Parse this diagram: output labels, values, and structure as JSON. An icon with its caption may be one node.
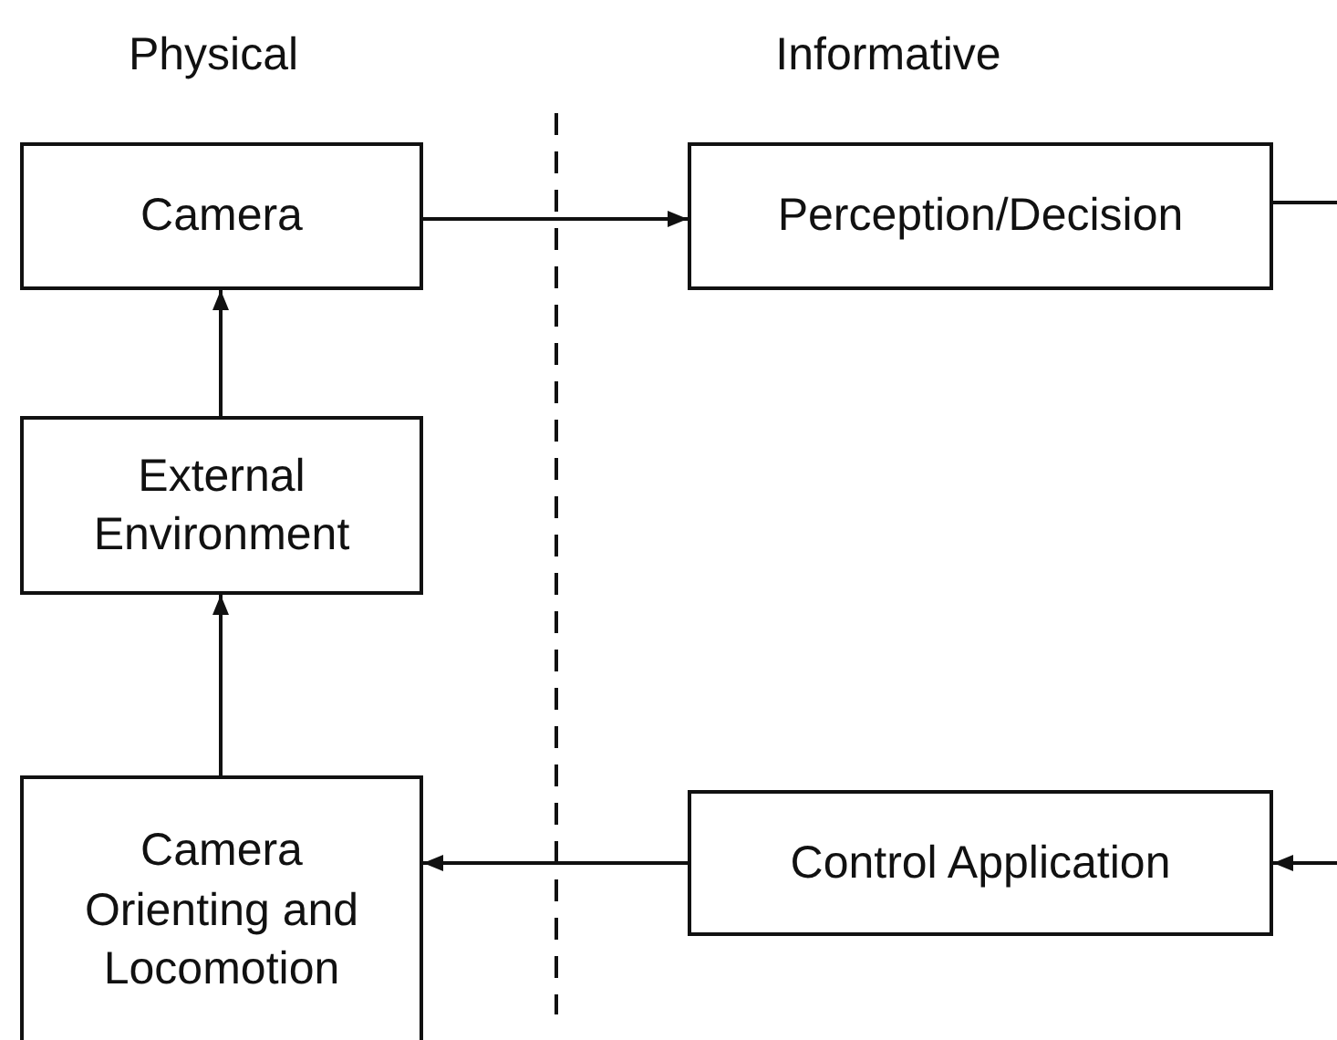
{
  "diagram": {
    "nodes": [
      {
        "text": [
          "Camera"
        ]
      },
      {
        "text": [
          "Perception/Decision"
        ]
      },
      {
        "text": [
          "External Environment"
        ]
      },
      {
        "text": [
          "Camera Orienting and Locomotion"
        ]
      },
      {
        "text": [
          "Control Application"
        ]
      }
    ],
    "edges": [
      {
        "from": 0,
        "to": 1,
        "arrow": "to"
      },
      {
        "from": 1,
        "to": null,
        "arrow": "none"
      },
      {
        "from": 2,
        "to": 0,
        "arrow": "to"
      },
      {
        "from": 3,
        "to": 2,
        "arrow": "to"
      },
      {
        "from": null,
        "to": 4,
        "arrow": "to"
      },
      {
        "from": 4,
        "to": 3,
        "arrow": "to"
      }
    ],
    "labels": [
      "Physical",
      "Informative"
    ]
  }
}
